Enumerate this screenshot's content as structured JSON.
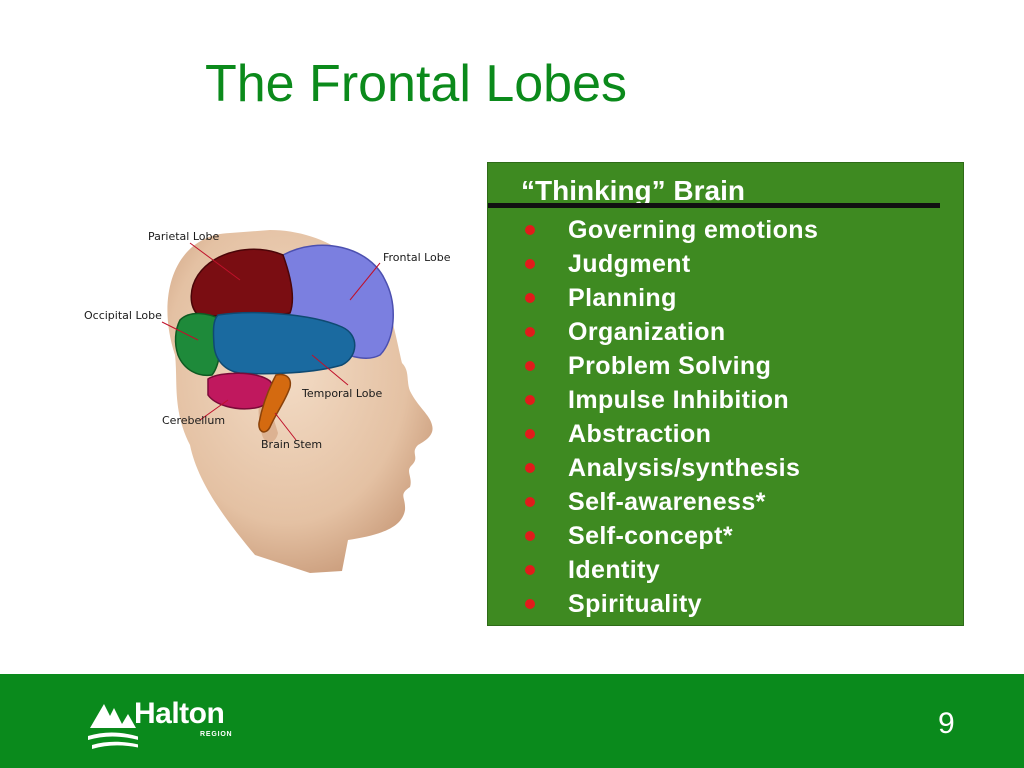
{
  "slide": {
    "title": "The Frontal Lobes",
    "page_number": "9"
  },
  "figure": {
    "labels": {
      "parietal": "Parietal Lobe",
      "frontal": "Frontal Lobe",
      "occipital": "Occipital Lobe",
      "temporal": "Temporal Lobe",
      "cerebellum": "Cerebellum",
      "brain_stem": "Brain Stem"
    }
  },
  "box": {
    "title": "“Thinking” Brain",
    "items": [
      "Governing emotions",
      "Judgment",
      "Planning",
      "Organization",
      "Problem Solving",
      "Impulse Inhibition",
      "Abstraction",
      "Analysis/synthesis",
      "Self-awareness*",
      "Self-concept*",
      "Identity",
      "Spirituality"
    ]
  },
  "footer": {
    "logo_name": "Halton",
    "logo_sub": "REGION"
  },
  "colors": {
    "title_green": "#0b8a1b",
    "box_green": "#3e8a21",
    "footer_green": "#0a8a1c",
    "bullet_red": "#e11b1b",
    "frontal": "#7b7fe0",
    "parietal": "#7a0d12",
    "occipital": "#1e8a3a",
    "temporal": "#1a6aa0",
    "cerebellum": "#c0185e",
    "brain_stem": "#d46a10"
  }
}
